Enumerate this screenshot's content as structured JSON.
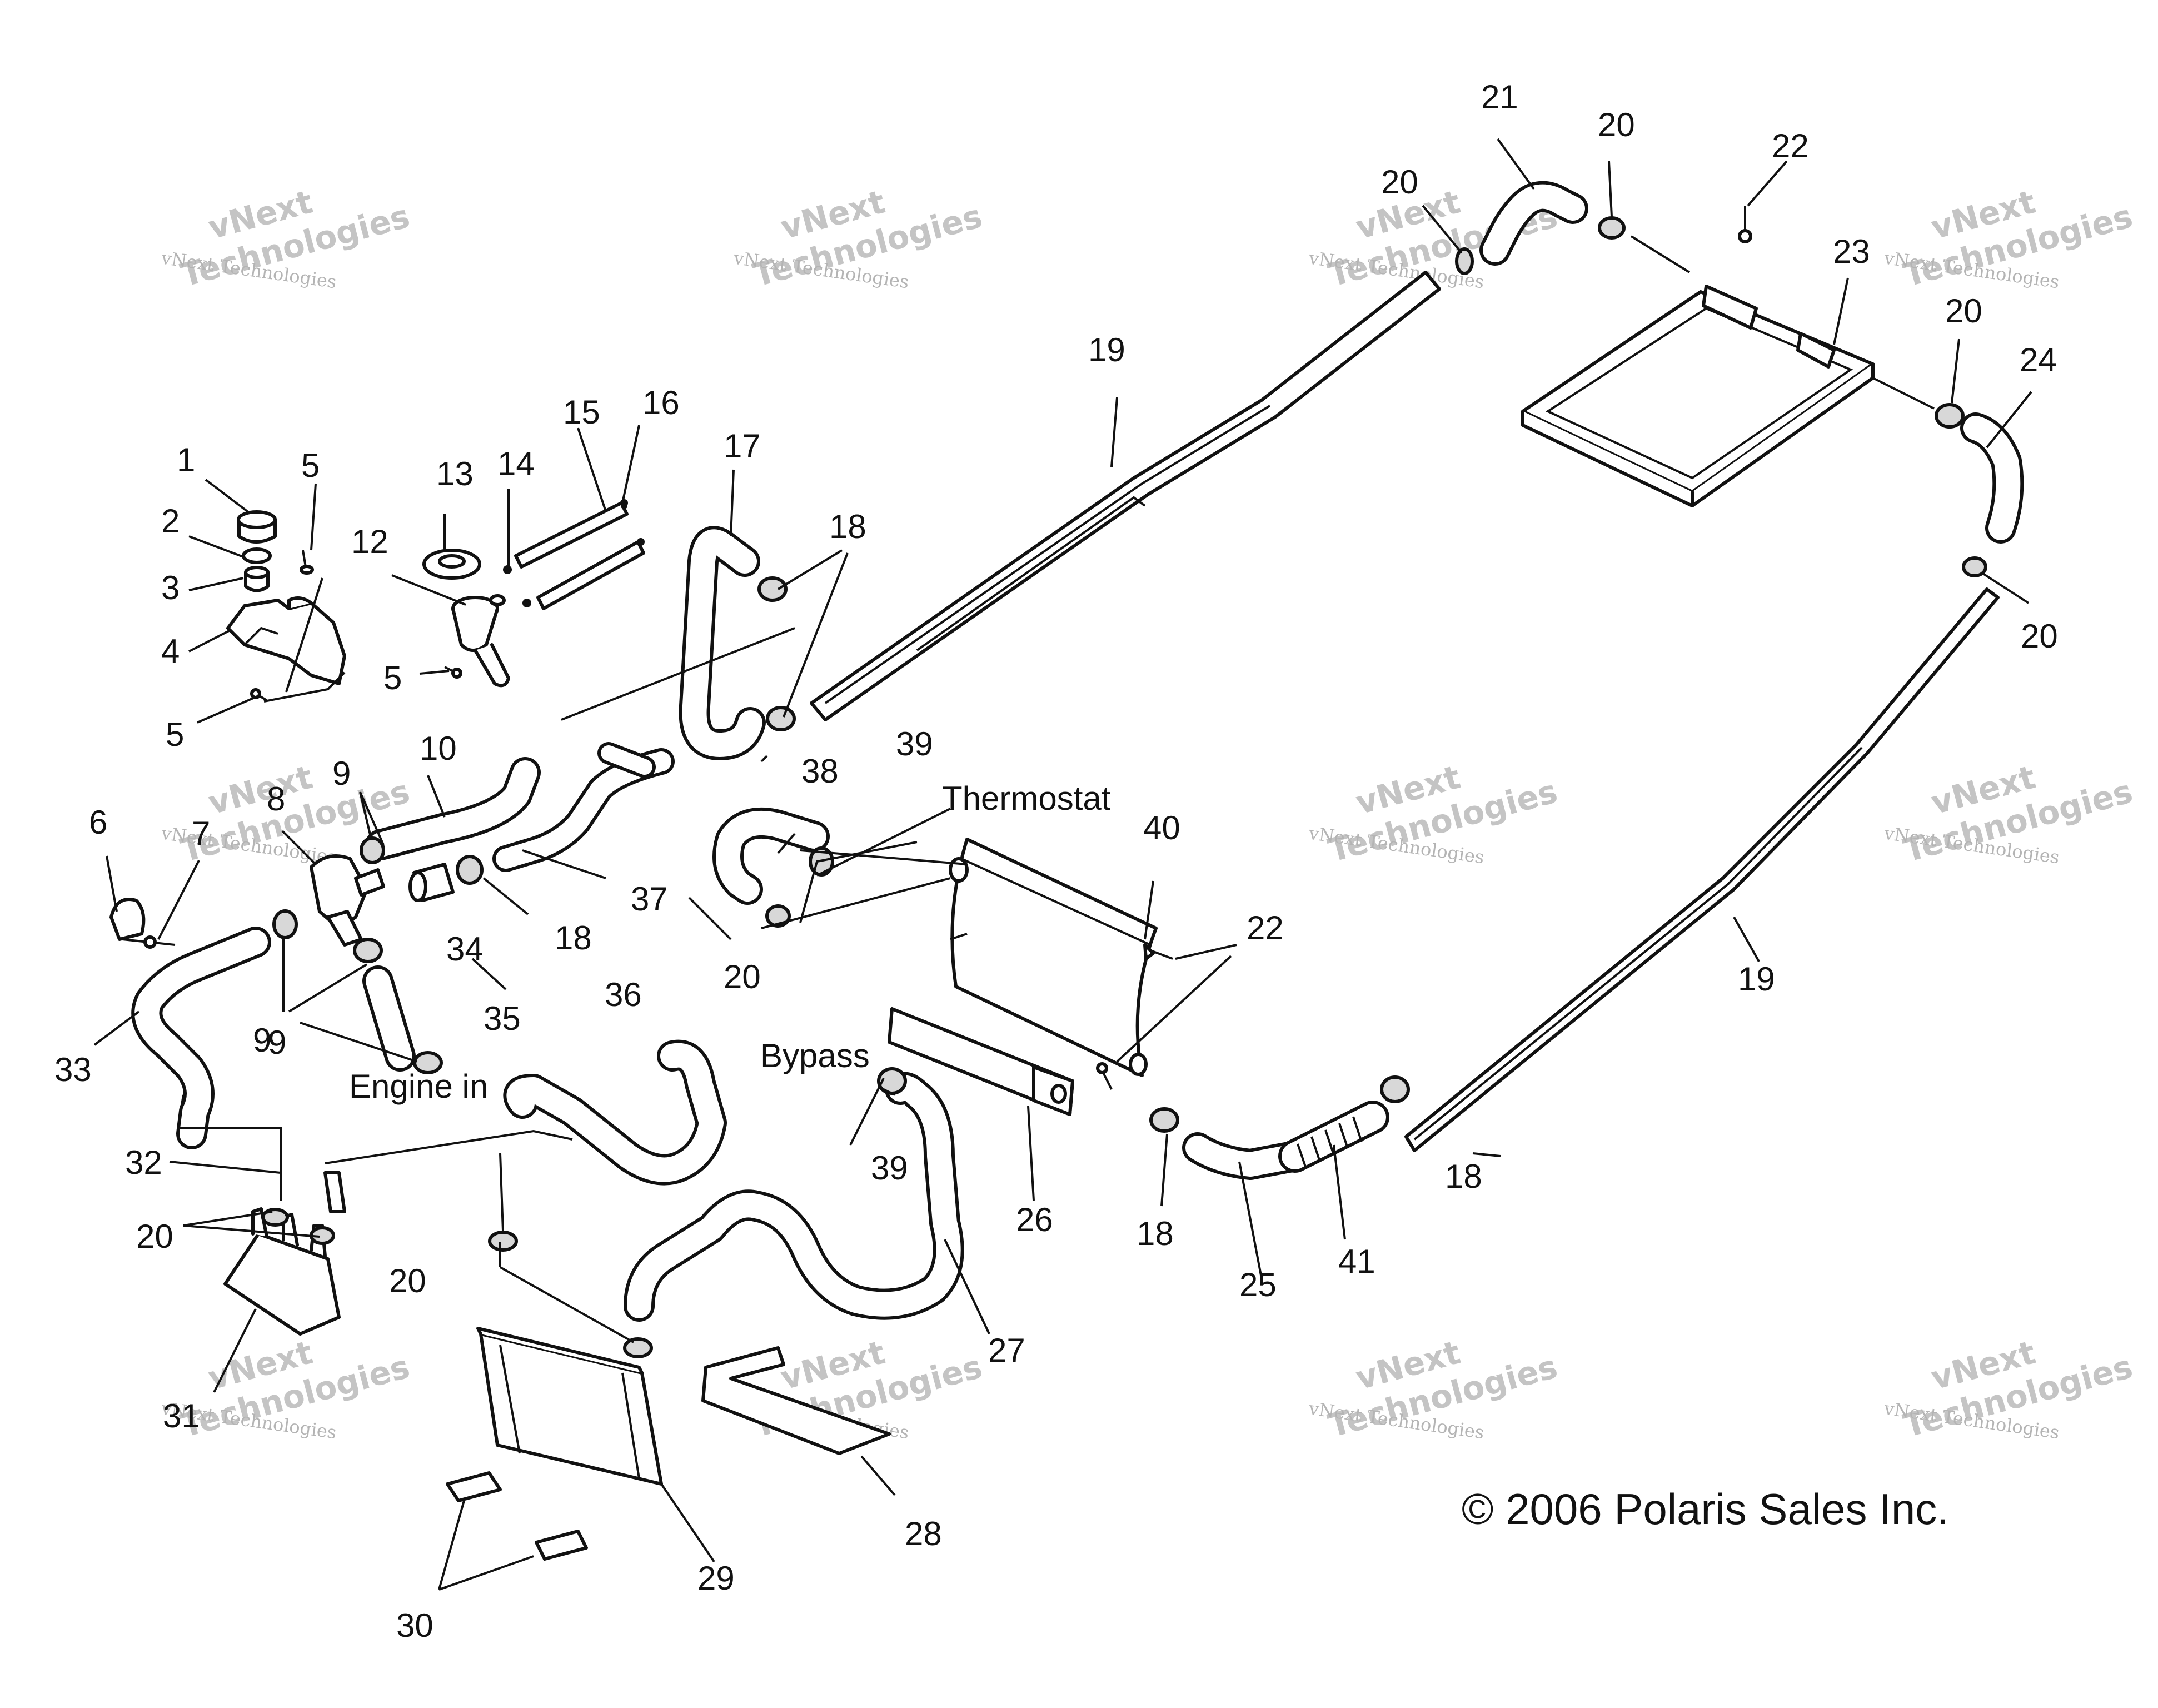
{
  "callouts": [
    {
      "num": "1"
    },
    {
      "num": "2"
    },
    {
      "num": "3"
    },
    {
      "num": "4"
    },
    {
      "num": "5"
    },
    {
      "num": "5"
    },
    {
      "num": "5"
    },
    {
      "num": "6"
    },
    {
      "num": "7"
    },
    {
      "num": "8"
    },
    {
      "num": "9"
    },
    {
      "num": "9"
    },
    {
      "num": "9"
    },
    {
      "num": "10"
    },
    {
      "num": "12"
    },
    {
      "num": "13"
    },
    {
      "num": "14"
    },
    {
      "num": "15"
    },
    {
      "num": "16"
    },
    {
      "num": "17"
    },
    {
      "num": "18"
    },
    {
      "num": "18"
    },
    {
      "num": "18"
    },
    {
      "num": "18"
    },
    {
      "num": "19"
    },
    {
      "num": "19"
    },
    {
      "num": "20"
    },
    {
      "num": "20"
    },
    {
      "num": "20"
    },
    {
      "num": "20"
    },
    {
      "num": "20"
    },
    {
      "num": "20"
    },
    {
      "num": "20"
    },
    {
      "num": "21"
    },
    {
      "num": "22"
    },
    {
      "num": "22"
    },
    {
      "num": "23"
    },
    {
      "num": "24"
    },
    {
      "num": "25"
    },
    {
      "num": "26"
    },
    {
      "num": "27"
    },
    {
      "num": "28"
    },
    {
      "num": "29"
    },
    {
      "num": "30"
    },
    {
      "num": "31"
    },
    {
      "num": "32"
    },
    {
      "num": "33"
    },
    {
      "num": "34"
    },
    {
      "num": "35"
    },
    {
      "num": "36"
    },
    {
      "num": "37"
    },
    {
      "num": "38"
    },
    {
      "num": "39"
    },
    {
      "num": "39"
    },
    {
      "num": "40"
    },
    {
      "num": "41"
    }
  ],
  "notes": {
    "thermostat": "Thermostat",
    "bypass": "Bypass",
    "engine_in": "Engine in"
  },
  "copyright": "© 2006 Polaris Sales Inc.",
  "watermark": {
    "line1": "vNext",
    "line2": "Technologies",
    "small": "vNext Technologies"
  }
}
